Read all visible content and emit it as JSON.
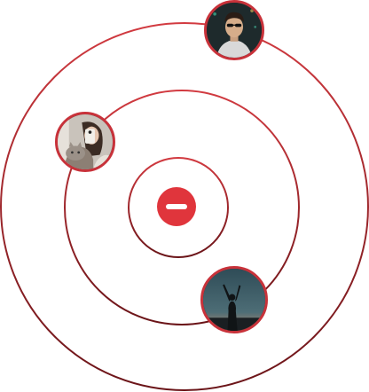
{
  "colors": {
    "ring_top": "#c8323a",
    "ring_bottom": "#6a1418",
    "accent": "#e0353c",
    "avatar_border": "#c8323a"
  },
  "center": {
    "icon": "minus-circle-icon"
  },
  "avatars": [
    {
      "name": "avatar-man-sunglasses"
    },
    {
      "name": "avatar-woman-with-cat"
    },
    {
      "name": "avatar-silhouette-dusk"
    }
  ]
}
